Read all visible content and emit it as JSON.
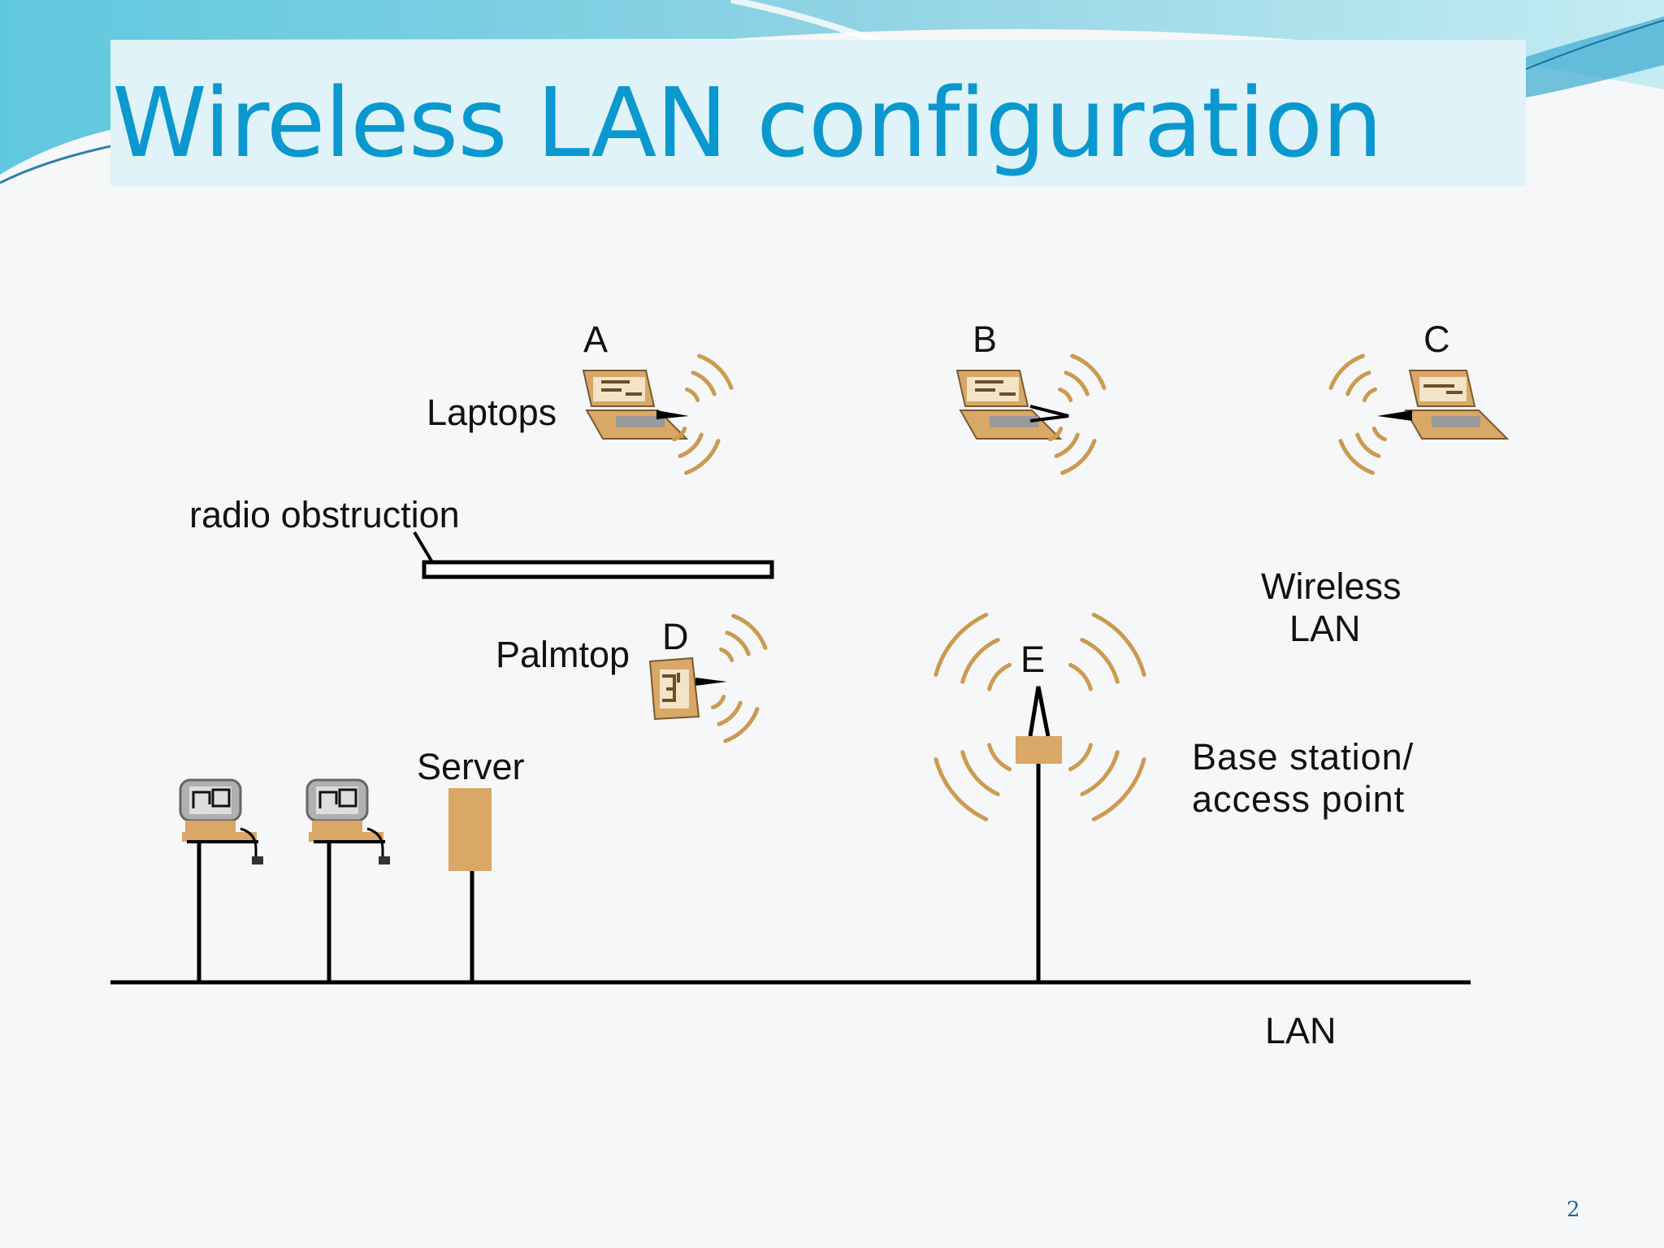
{
  "slide": {
    "title": "Wireless LAN configuration",
    "page_number": "2"
  },
  "diagram": {
    "labels": {
      "laptop_a": "A",
      "laptop_b": "B",
      "laptop_c": "C",
      "laptops": "Laptops",
      "radio_obstruction": "radio obstruction",
      "palmtop_d": "D",
      "palmtop": "Palmtop",
      "station_e": "E",
      "wireless_lan_line1": "Wireless",
      "wireless_lan_line2": "LAN",
      "server": "Server",
      "base_station_line1": "Base station/",
      "base_station_line2": "access point",
      "lan": "LAN"
    }
  },
  "colors": {
    "device_fill": "#d9a766",
    "wave": "#cc9a50",
    "title": "#0a98cf",
    "line": "#000000"
  }
}
